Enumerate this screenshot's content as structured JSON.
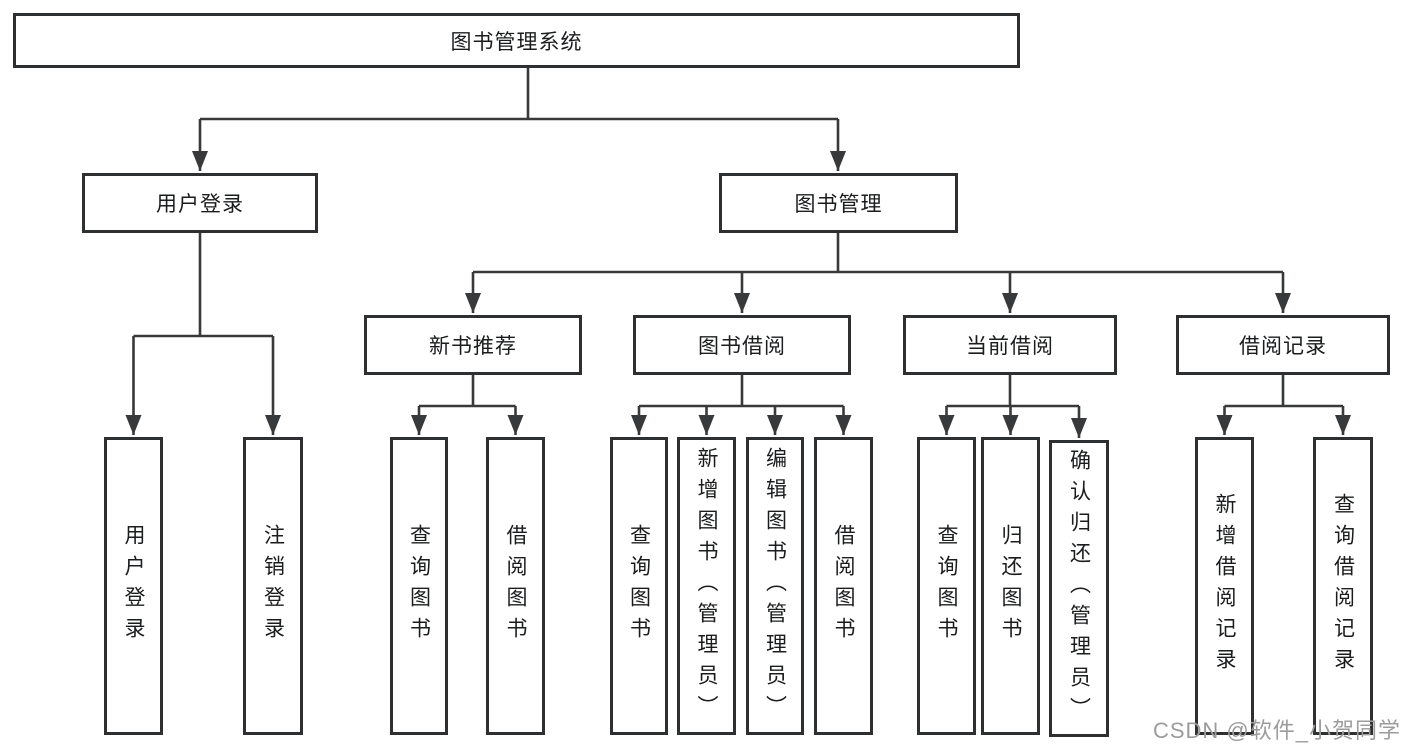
{
  "nodes": {
    "root": "图书管理系统",
    "login": {
      "label": "用户登录",
      "children": [
        "用户登录",
        "注销登录"
      ]
    },
    "management": {
      "label": "图书管理",
      "sections": [
        {
          "label": "新书推荐",
          "children": [
            "查询图书",
            "借阅图书"
          ]
        },
        {
          "label": "图书借阅",
          "children": [
            "查询图书",
            "新增图书（管理员）",
            "编辑图书（管理员）",
            "借阅图书"
          ]
        },
        {
          "label": "当前借阅",
          "children": [
            "查询图书",
            "归还图书",
            "确认归还（管理员）"
          ]
        },
        {
          "label": "借阅记录",
          "children": [
            "新增借阅记录",
            "查询借阅记录"
          ]
        }
      ]
    }
  },
  "watermark": "CSDN @软件_小贺同学",
  "colors": {
    "line": "#38393b",
    "border": "#2e2f31",
    "text": "#1b1c1e",
    "watermark": "#9c9c9c",
    "background": "#ffffff"
  }
}
